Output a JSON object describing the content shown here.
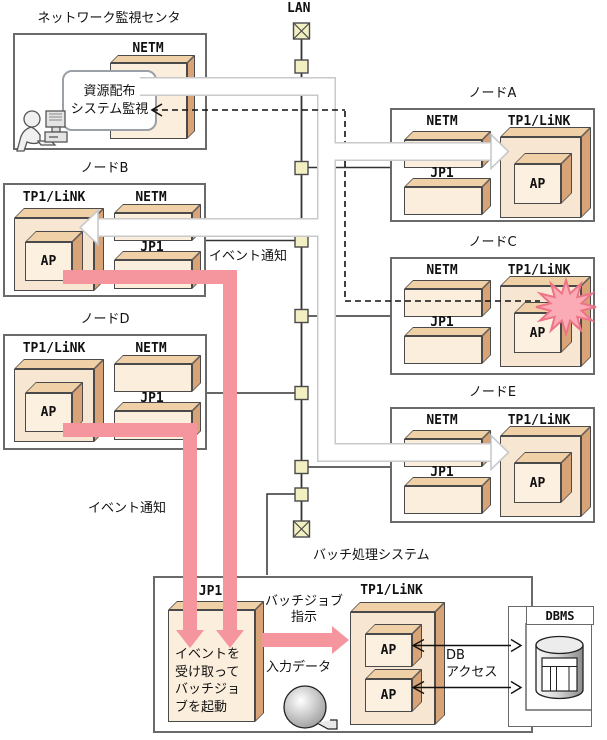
{
  "colors": {
    "box-face": "#fbeedd",
    "box-top": "#f0d0a6",
    "box-side": "#d7a377",
    "big-face": "#f7e7d2",
    "ap-face": "#fcf0e0",
    "pink": "#f5959d",
    "star-fill": "#fbabb5",
    "star-stroke": "#ee7386",
    "line": "#333333",
    "frame": "#6a6a6a",
    "inner-border": "#4a4a4a",
    "connector-fill": "#f2efc2",
    "white-arrow-edge": "#c9c9c9",
    "dash": "#111111"
  },
  "monitoring_center": {
    "title": "ネットワーク監視センタ",
    "netm": "NETM",
    "bubble_line1": "資源配布",
    "bubble_line2": "システム監視"
  },
  "lan": {
    "label": "LAN"
  },
  "nodes": {
    "a": {
      "title": "ノードA",
      "netm": "NETM",
      "jp1": "JP1",
      "tp1": "TP1/LiNK",
      "ap": "AP"
    },
    "b": {
      "title": "ノードB",
      "netm": "NETM",
      "jp1": "JP1",
      "tp1": "TP1/LiNK",
      "ap": "AP"
    },
    "c": {
      "title": "ノードC",
      "netm": "NETM",
      "jp1": "JP1",
      "tp1": "TP1/LiNK",
      "ap": "AP"
    },
    "d": {
      "title": "ノードD",
      "netm": "NETM",
      "jp1": "JP1",
      "tp1": "TP1/LiNK",
      "ap": "AP"
    },
    "e": {
      "title": "ノードE",
      "netm": "NETM",
      "jp1": "JP1",
      "tp1": "TP1/LiNK",
      "ap": "AP"
    }
  },
  "labels": {
    "event_notice_1": "イベント通知",
    "event_notice_2": "イベント通知"
  },
  "batch": {
    "title": "バッチ処理システム",
    "jp1": "JP1",
    "jp1_text": "イベントを\n受け取って\nバッチジョ\nブを起動",
    "instruction": "バッチジョブ\n指示",
    "input_data": "入力データ",
    "tp1": "TP1/LiNK",
    "ap1": "AP",
    "ap2": "AP",
    "db_access": "DB\nアクセス",
    "dbms": "DBMS"
  }
}
